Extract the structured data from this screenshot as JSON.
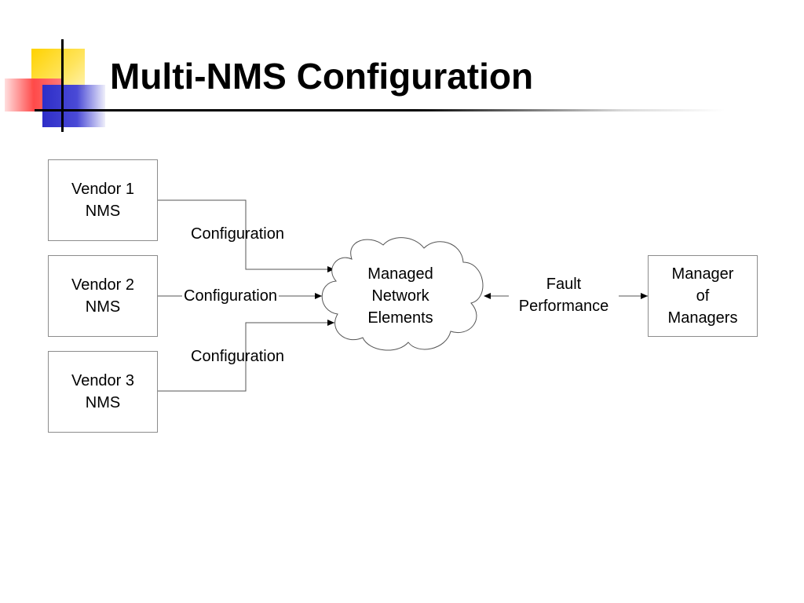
{
  "slide": {
    "title": "Multi-NMS Configuration"
  },
  "diagram": {
    "vendors": [
      {
        "line1": "Vendor 1",
        "line2": "NMS"
      },
      {
        "line1": "Vendor 2",
        "line2": "NMS"
      },
      {
        "line1": "Vendor 3",
        "line2": "NMS"
      }
    ],
    "config_labels": [
      "Configuration",
      "Configuration",
      "Configuration"
    ],
    "cloud": {
      "line1": "Managed",
      "line2": "Network",
      "line3": "Elements"
    },
    "link_label": {
      "line1": "Fault",
      "line2": "Performance"
    },
    "manager": {
      "line1": "Manager",
      "line2": "of",
      "line3": "Managers"
    }
  },
  "colors": {
    "deco_yellow": "#FFD400",
    "deco_red": "#FF4040",
    "deco_blue": "#3232CC",
    "box_border": "#8C8C8C",
    "line": "#555555"
  }
}
